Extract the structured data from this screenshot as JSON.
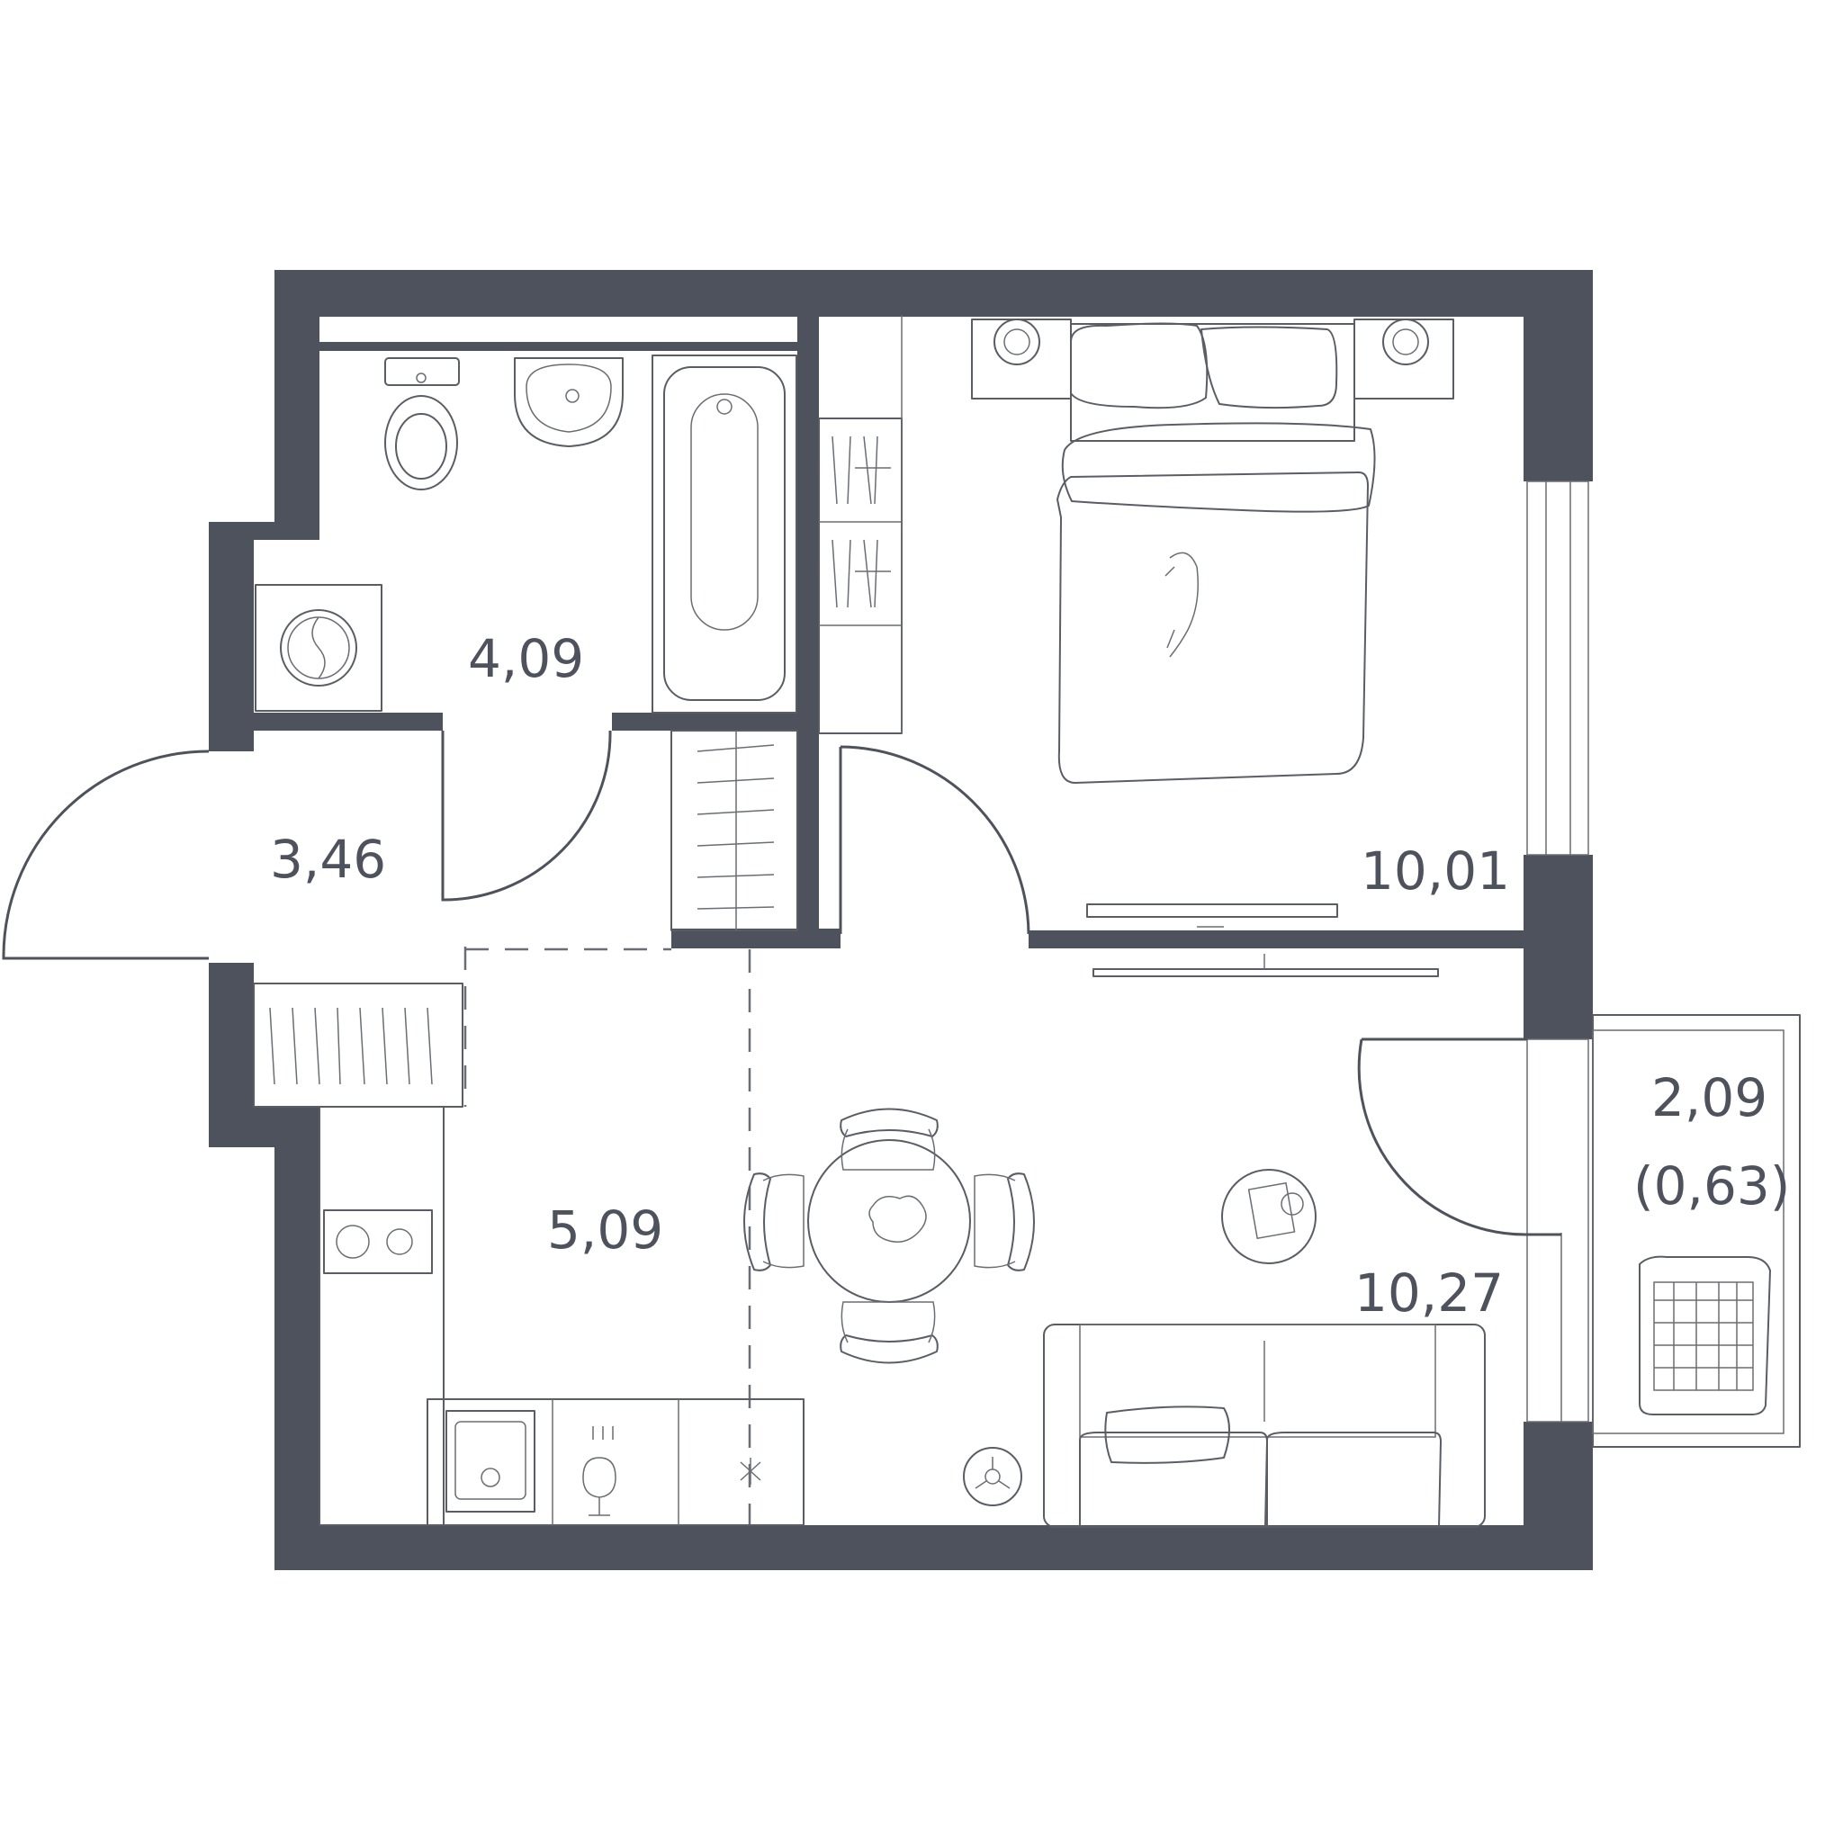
{
  "rooms": {
    "bathroom": {
      "area": "4,09"
    },
    "hallway": {
      "area": "3,46"
    },
    "bedroom": {
      "area": "10,01"
    },
    "kitchen": {
      "area": "5,09"
    },
    "living_room": {
      "area": "10,27"
    },
    "balcony": {
      "area": "2,09",
      "reduced_area": "(0,63)"
    }
  },
  "colors": {
    "walls": "#4e525c",
    "lines": "#5a5d66",
    "background": "#ffffff"
  }
}
